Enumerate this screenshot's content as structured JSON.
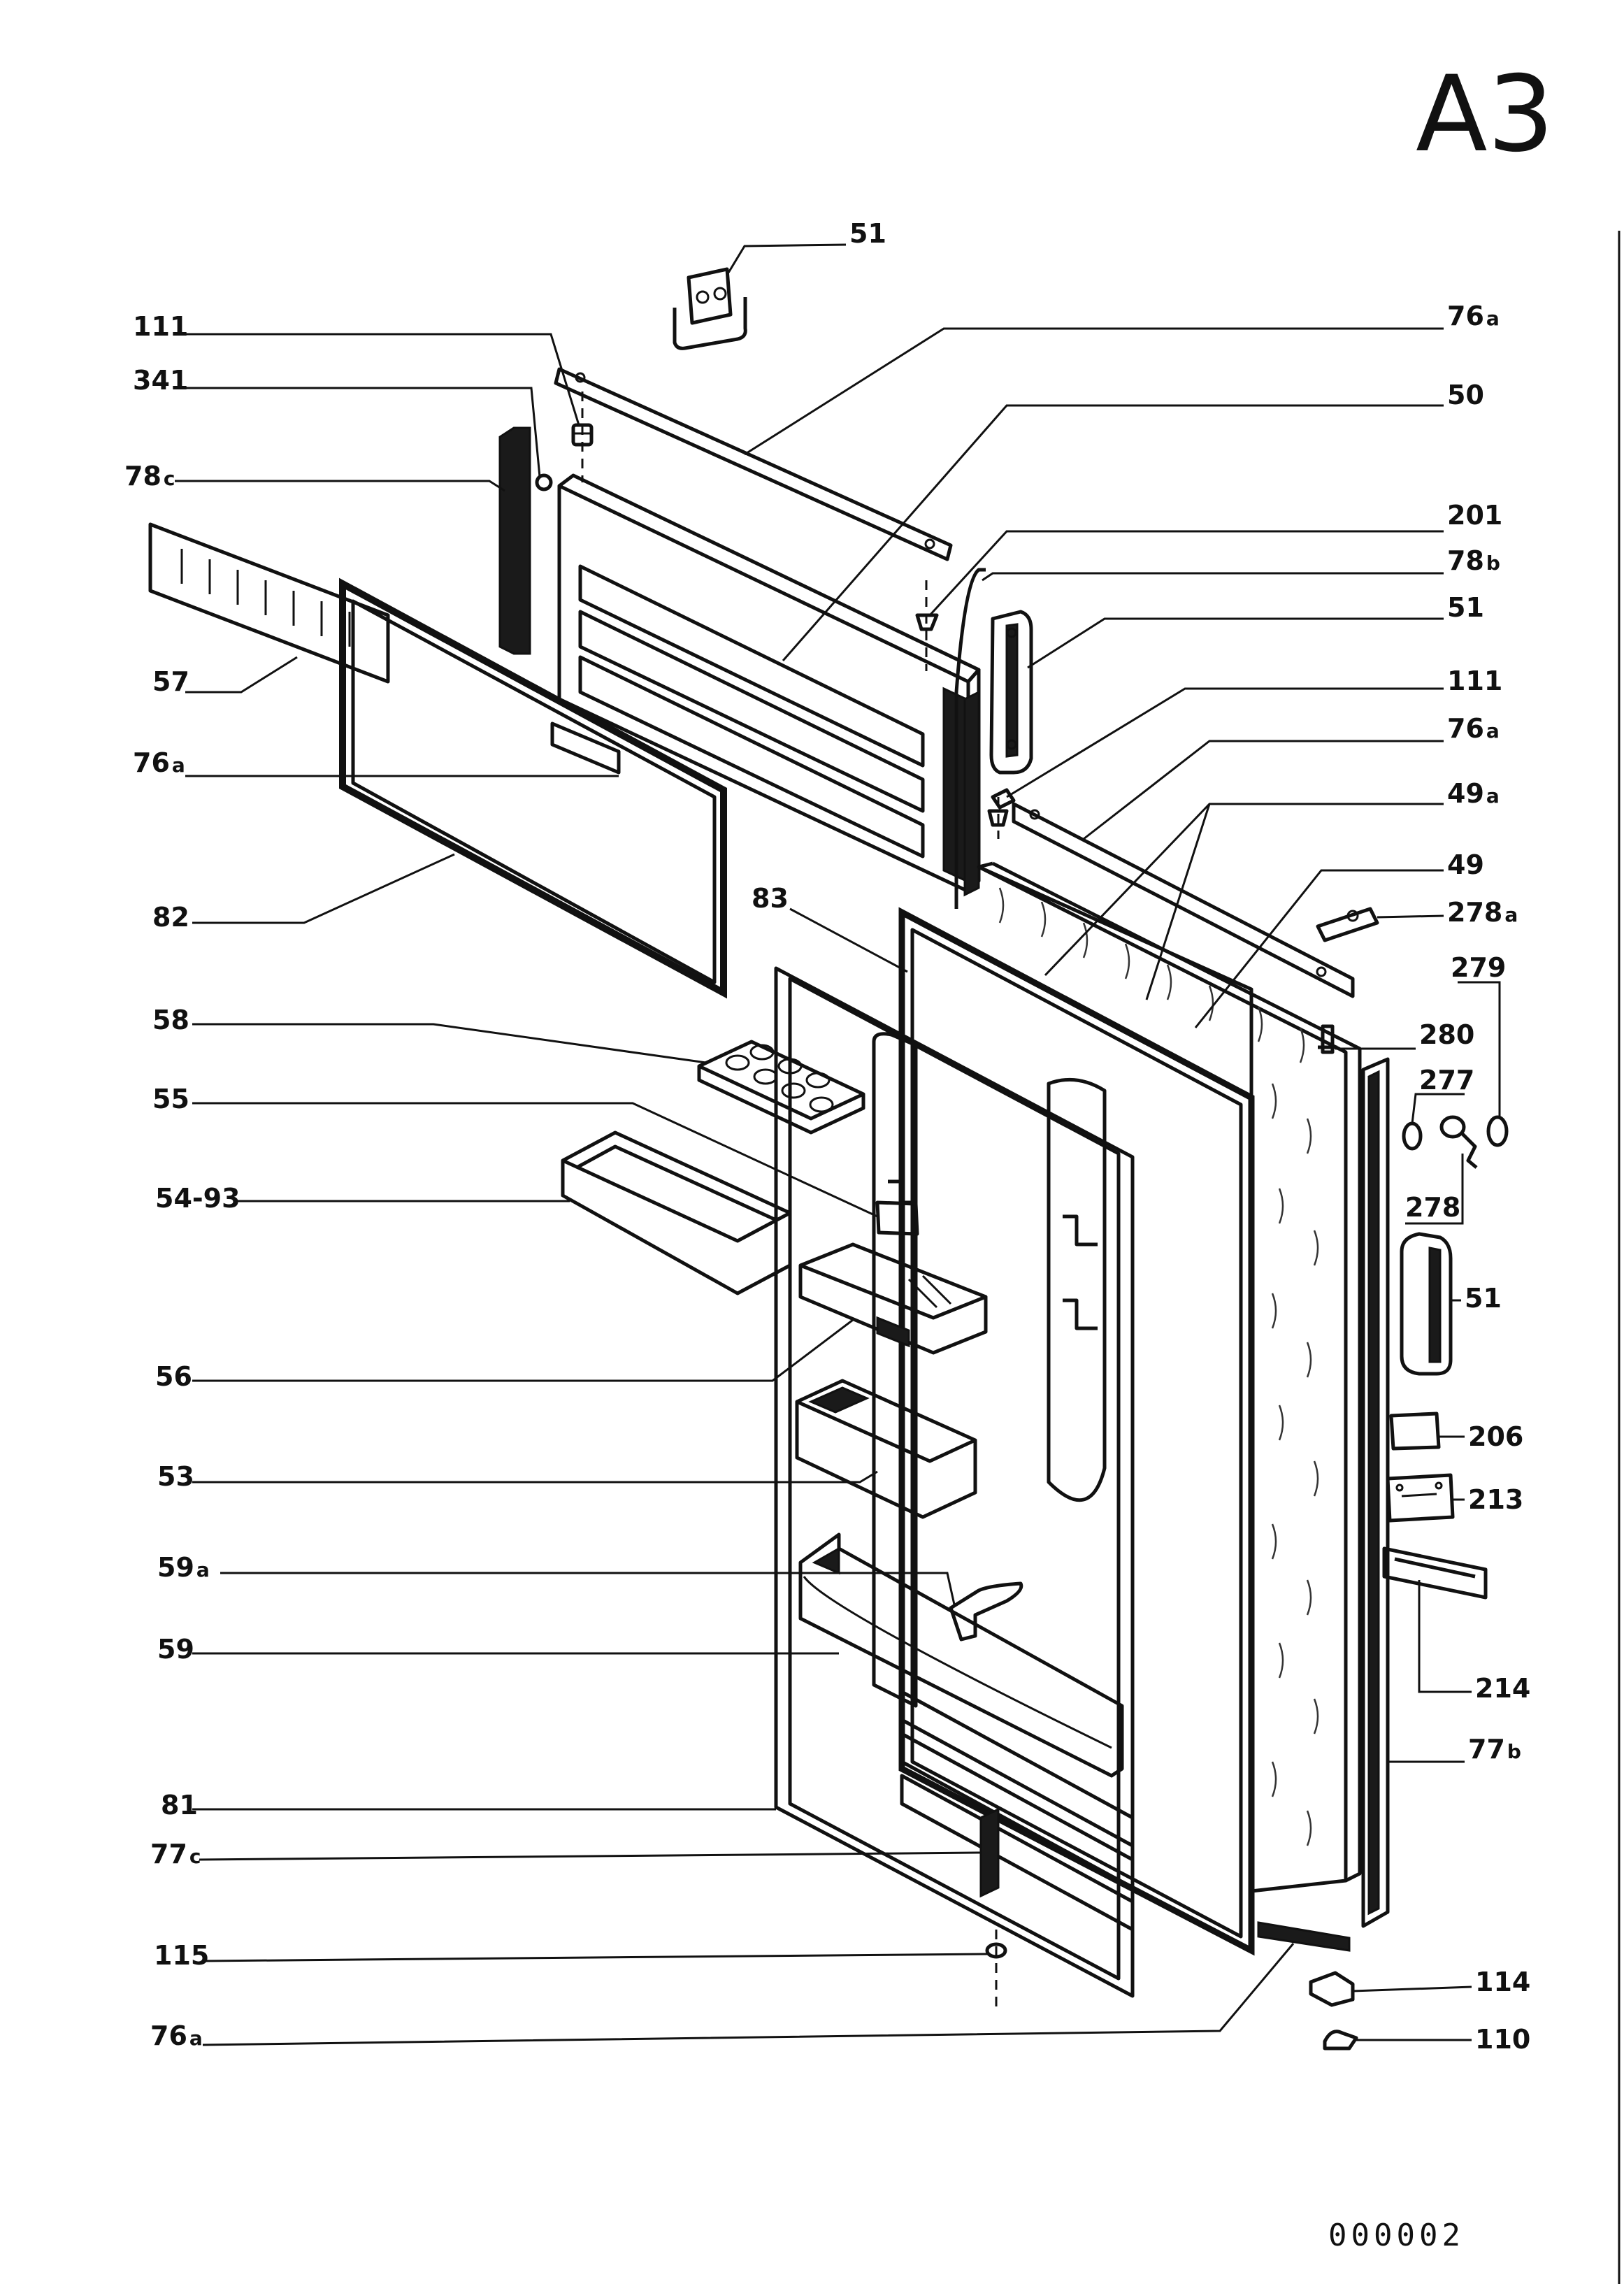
{
  "sheet": {
    "title": "A3",
    "code": "000002"
  },
  "colors": {
    "ink": "#111111",
    "paper": "#ffffff"
  },
  "labels": [
    {
      "key": "p51_top",
      "num": "51",
      "suf": ""
    },
    {
      "key": "p111_top",
      "num": "111",
      "suf": ""
    },
    {
      "key": "p76a_top",
      "num": "76",
      "suf": "a"
    },
    {
      "key": "p341",
      "num": "341",
      "suf": ""
    },
    {
      "key": "p50",
      "num": "50",
      "suf": ""
    },
    {
      "key": "p78c",
      "num": "78",
      "suf": "c"
    },
    {
      "key": "p201",
      "num": "201",
      "suf": ""
    },
    {
      "key": "p78b",
      "num": "78",
      "suf": "b"
    },
    {
      "key": "p51_hinge",
      "num": "51",
      "suf": ""
    },
    {
      "key": "p57",
      "num": "57",
      "suf": ""
    },
    {
      "key": "p111_mid",
      "num": "111",
      "suf": ""
    },
    {
      "key": "p76a_left",
      "num": "76",
      "suf": "a"
    },
    {
      "key": "p76a_right",
      "num": "76",
      "suf": "a"
    },
    {
      "key": "p49a",
      "num": "49",
      "suf": "a"
    },
    {
      "key": "p49",
      "num": "49",
      "suf": ""
    },
    {
      "key": "p82",
      "num": "82",
      "suf": ""
    },
    {
      "key": "p83",
      "num": "83",
      "suf": ""
    },
    {
      "key": "p278a",
      "num": "278",
      "suf": "a"
    },
    {
      "key": "p279",
      "num": "279",
      "suf": ""
    },
    {
      "key": "p58",
      "num": "58",
      "suf": ""
    },
    {
      "key": "p280",
      "num": "280",
      "suf": ""
    },
    {
      "key": "p55",
      "num": "55",
      "suf": ""
    },
    {
      "key": "p277",
      "num": "277",
      "suf": ""
    },
    {
      "key": "p54_93",
      "num": "54-93",
      "suf": ""
    },
    {
      "key": "p278",
      "num": "278",
      "suf": ""
    },
    {
      "key": "p51_handle",
      "num": "51",
      "suf": ""
    },
    {
      "key": "p56",
      "num": "56",
      "suf": ""
    },
    {
      "key": "p206",
      "num": "206",
      "suf": ""
    },
    {
      "key": "p53",
      "num": "53",
      "suf": ""
    },
    {
      "key": "p213",
      "num": "213",
      "suf": ""
    },
    {
      "key": "p59a",
      "num": "59",
      "suf": "a"
    },
    {
      "key": "p59",
      "num": "59",
      "suf": ""
    },
    {
      "key": "p214",
      "num": "214",
      "suf": ""
    },
    {
      "key": "p77b",
      "num": "77",
      "suf": "b"
    },
    {
      "key": "p81",
      "num": "81",
      "suf": ""
    },
    {
      "key": "p77c",
      "num": "77",
      "suf": "c"
    },
    {
      "key": "p115",
      "num": "115",
      "suf": ""
    },
    {
      "key": "p114",
      "num": "114",
      "suf": ""
    },
    {
      "key": "p76a_bottom",
      "num": "76",
      "suf": "a"
    },
    {
      "key": "p110",
      "num": "110",
      "suf": ""
    }
  ]
}
